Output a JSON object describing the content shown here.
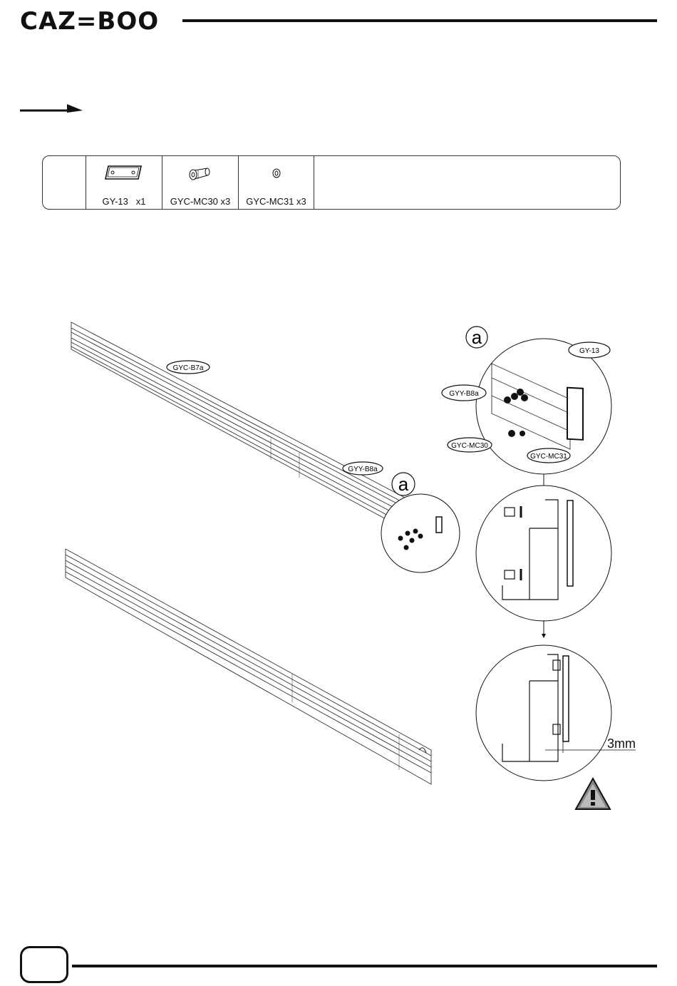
{
  "header": {
    "brand": "CAZ=BOO"
  },
  "parts": [
    {
      "name": "GY-13   x1",
      "icon": "plate-icon"
    },
    {
      "name": "GYC-MC30 x3",
      "icon": "bolt-icon"
    },
    {
      "name": "GYC-MC31 x3",
      "icon": "washer-icon"
    }
  ],
  "callouts": {
    "beam_top": "GYC-B7a",
    "beam_mid": "GYY-B8a",
    "detail_letter": "a",
    "detail_plate": "GY-13",
    "detail_beam": "GYY-B8a",
    "detail_bolt": "GYC-MC30",
    "detail_washer": "GYC-MC31",
    "gap": "3mm"
  },
  "warning": {
    "icon": "warning-triangle-icon"
  }
}
